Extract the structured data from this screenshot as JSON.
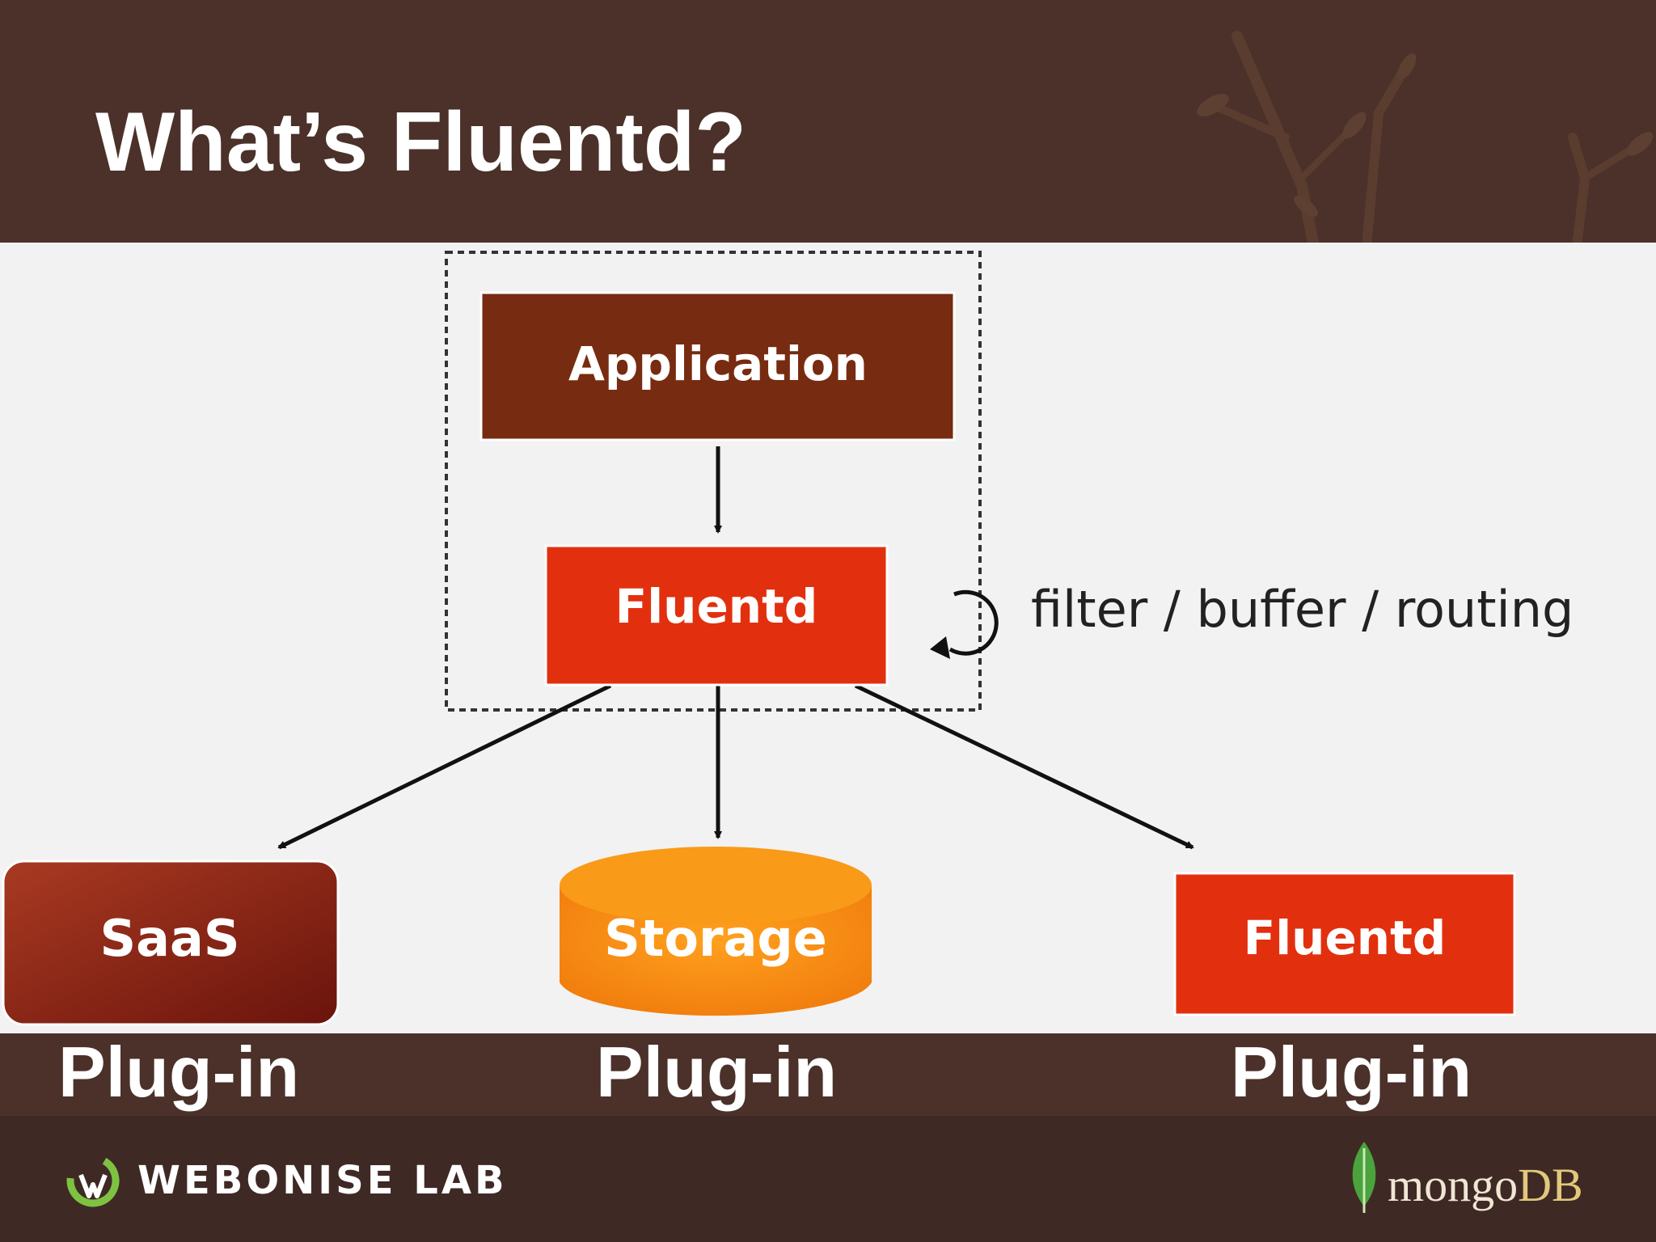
{
  "slide": {
    "title": "What’s Fluentd?"
  },
  "diagram": {
    "nodes": {
      "application": "Application",
      "fluentd_main": "Fluentd",
      "saas": "SaaS",
      "storage": "Storage",
      "fluentd_forward": "Fluentd"
    },
    "loop_label": "filter / buffer / routing",
    "edges": [
      {
        "from": "application",
        "to": "fluentd_main"
      },
      {
        "from": "fluentd_main",
        "to": "saas"
      },
      {
        "from": "fluentd_main",
        "to": "storage"
      },
      {
        "from": "fluentd_main",
        "to": "fluentd_forward"
      }
    ],
    "colors": {
      "application": "#772b10",
      "fluentd": "#e2300f",
      "saas": "#8a1e12",
      "storage": "#f5820e"
    }
  },
  "plugins": {
    "left": "Plug-in",
    "center": "Plug-in",
    "right": "Plug-in"
  },
  "footer": {
    "left_logo_text": "WEBONISE LAB",
    "right_logo_a": "mongo",
    "right_logo_b": "DB"
  }
}
